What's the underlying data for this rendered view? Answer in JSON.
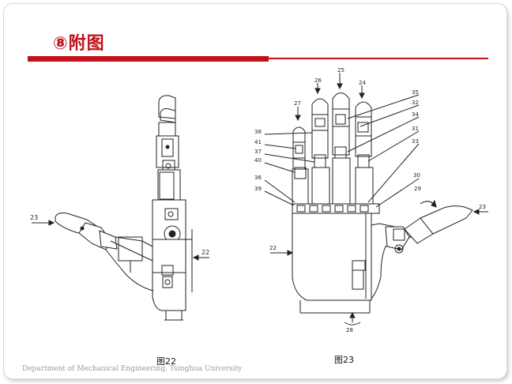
{
  "slide": {
    "title": "⑧附图",
    "footer": "Department of Mechanical Engineering, Tsinghua University"
  },
  "figure22": {
    "caption": "图22",
    "labels": {
      "l23": "23",
      "l22": "22"
    }
  },
  "figure23": {
    "caption": "图23",
    "labels": {
      "l25": "25",
      "l26": "26",
      "l24": "24",
      "l27": "27",
      "l35": "35",
      "l32": "32",
      "l34": "34",
      "l31": "31",
      "l33": "33",
      "l30": "30",
      "l29": "29",
      "l23": "23",
      "l22": "22",
      "l28": "28",
      "l38": "38",
      "l41": "41",
      "l37": "37",
      "l40": "40",
      "l36": "36",
      "l39": "39"
    }
  },
  "colors": {
    "accent": "#c0121a",
    "line": "#222222"
  }
}
